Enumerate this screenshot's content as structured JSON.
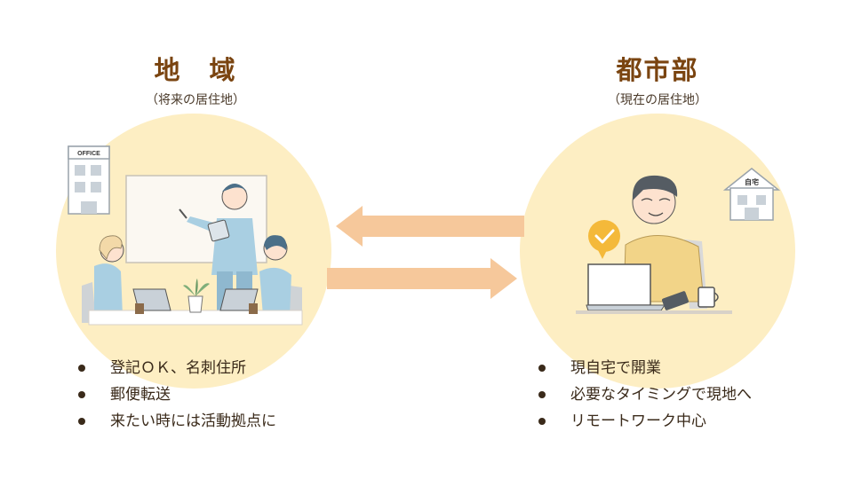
{
  "left": {
    "title": "地　域",
    "subtitle": "（将来の居住地）",
    "office_sign": "OFFICE",
    "bullets": [
      "登記ＯＫ、名刺住所",
      "郵便転送",
      "来たい時には活動拠点に"
    ]
  },
  "right": {
    "title": "都市部",
    "subtitle": "（現在の居住地）",
    "house_sign": "自宅",
    "bullets": [
      "現自宅で開業",
      "必要なタイミングで現地へ",
      "リモートワーク中心"
    ]
  },
  "colors": {
    "circle": "#fdeec3",
    "arrow": "#f6c89b",
    "title": "#7a4410",
    "check_badge": "#f4b93a"
  },
  "icons": [
    "office-building-icon",
    "house-icon",
    "check-badge-icon",
    "laptop-icon",
    "phone-icon",
    "mug-icon",
    "plant-icon"
  ]
}
